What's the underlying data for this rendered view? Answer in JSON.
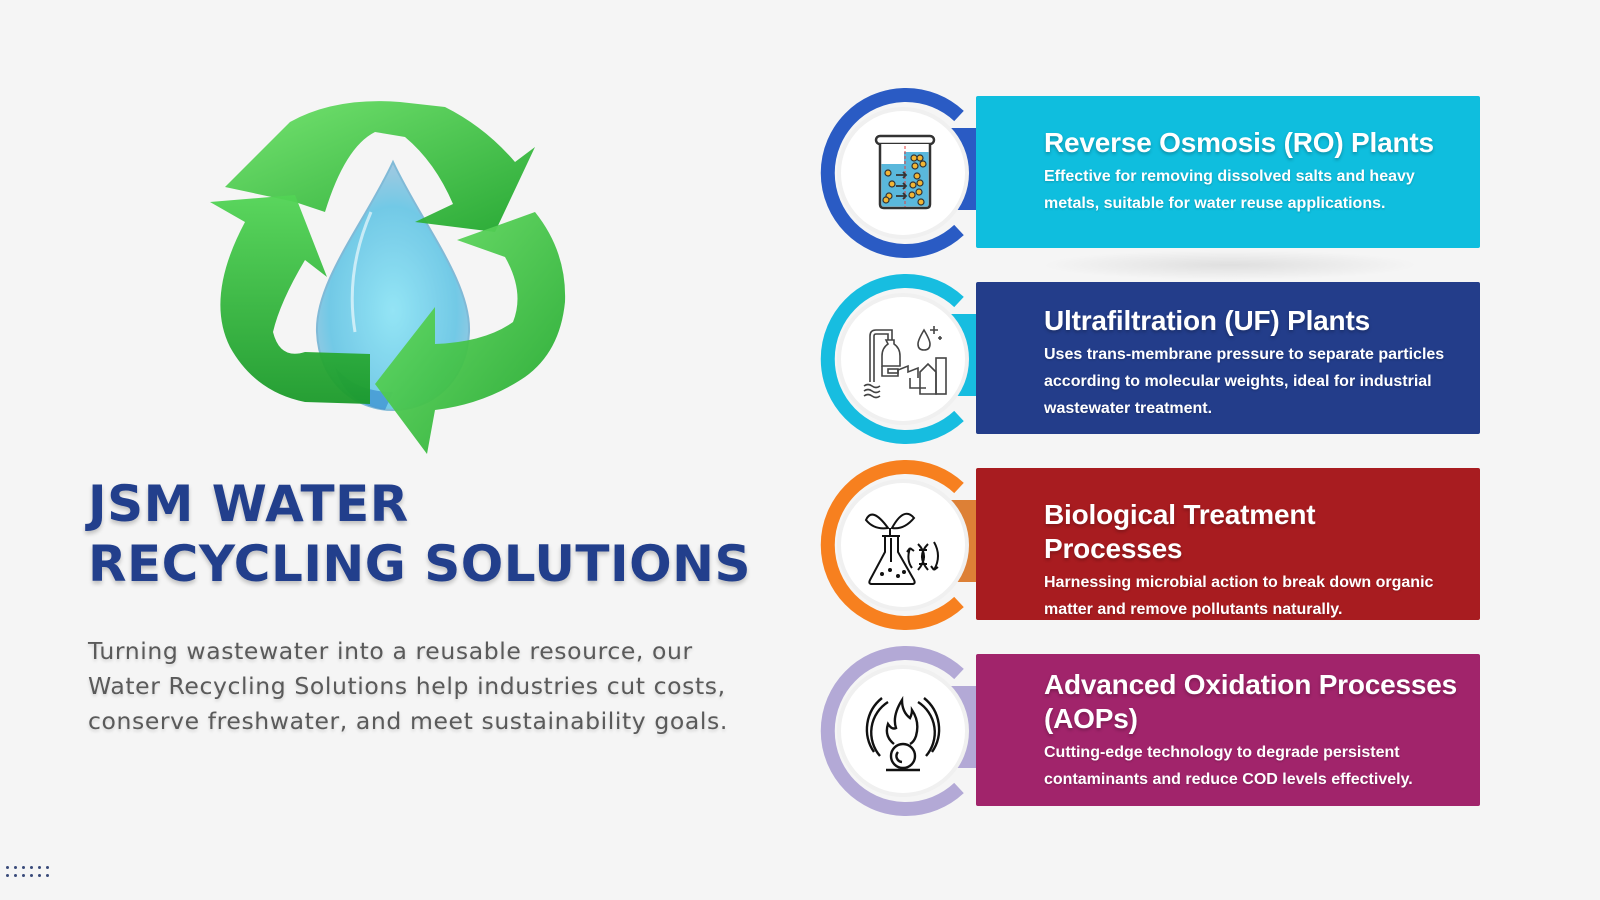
{
  "hero": {
    "logo_icon": "recycle-water-drop-icon",
    "title_line1": "JSM WATER",
    "title_line2": "RECYCLING SOLUTIONS",
    "description": "Turning wastewater into a reusable resource, our Water Recycling Solutions help industries cut costs, conserve freshwater, and meet sustainability goals."
  },
  "colors": {
    "background": "#f5f5f5",
    "title": "#223f8c",
    "body_text": "#5a5a5a"
  },
  "services": [
    {
      "title": "Reverse Osmosis (RO) Plants",
      "description": "Effective for removing dissolved salts and heavy metals, suitable for water reuse applications.",
      "icon": "beaker-membrane-icon",
      "card_color": "#0fbede",
      "ring_color": "#2a5bc4",
      "tab_color": "#2a5bc4"
    },
    {
      "title": "Ultrafiltration (UF) Plants",
      "description": "Uses trans-membrane pressure to separate particles according to molecular weights, ideal for industrial wastewater treatment.",
      "icon": "industrial-plant-icon",
      "card_color": "#233d8a",
      "ring_color": "#17bde0",
      "tab_color": "#17bde0"
    },
    {
      "title": "Biological Treatment Processes",
      "description": "Harnessing microbial action to break down organic matter and remove pollutants naturally.",
      "icon": "flask-plant-dna-icon",
      "card_color": "#a81c20",
      "ring_color": "#f7801f",
      "tab_color": "#dd8036"
    },
    {
      "title": "Advanced Oxidation Processes (AOPs)",
      "description": "Cutting-edge technology to degrade persistent contaminants and reduce COD levels effectively.",
      "icon": "flame-sphere-icon",
      "card_color": "#a1246b",
      "ring_color": "#b3a9d6",
      "tab_color": "#b3a9d6"
    }
  ]
}
